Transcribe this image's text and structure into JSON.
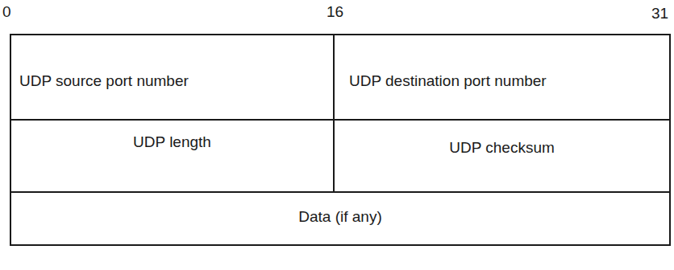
{
  "diagram": {
    "nodes": [
      {
        "text": [
          "UDP source port number"
        ]
      },
      {
        "text": [
          "UDP destination port number"
        ]
      },
      {
        "text": [
          "UDP length"
        ]
      },
      {
        "text": [
          "UDP checksum"
        ]
      },
      {
        "text": [
          "Data (if any)"
        ]
      }
    ],
    "labels": [
      "0",
      "16",
      "31"
    ]
  }
}
